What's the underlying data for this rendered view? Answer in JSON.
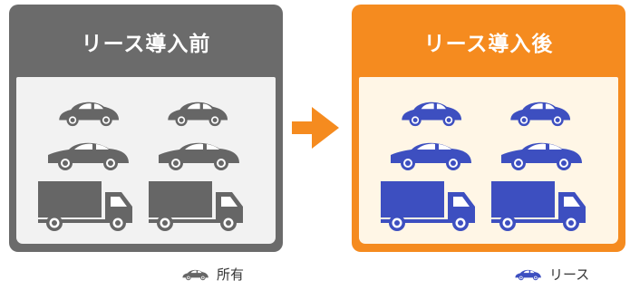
{
  "before_panel": {
    "title": "リース導入前",
    "vehicle_color": "#666666"
  },
  "after_panel": {
    "title": "リース導入後",
    "vehicle_color": "#3d4fc0"
  },
  "arrow_color": "#f58b1f",
  "legend": [
    {
      "icon": "car-icon",
      "color": "#666666",
      "label": "所有"
    },
    {
      "icon": "car-icon",
      "color": "#3d4fc0",
      "label": "リース"
    }
  ]
}
